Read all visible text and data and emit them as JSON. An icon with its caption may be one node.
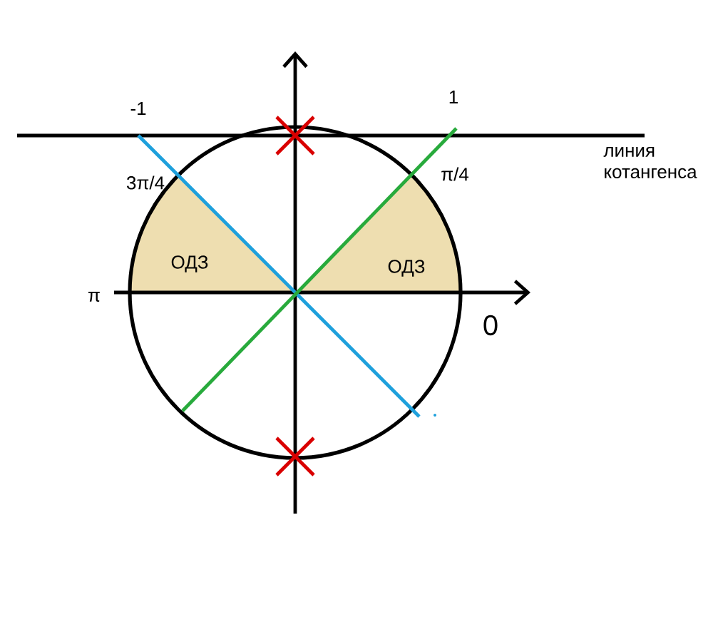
{
  "diagram": {
    "nodes": [
      {
        "text": [
          "ОДЗ"
        ]
      },
      {
        "text": [
          "ОДЗ"
        ]
      }
    ],
    "edges": [],
    "labels": [
      "-1",
      "1",
      "линия котангенса",
      "3π/4",
      "π/4",
      "π",
      "0"
    ]
  }
}
